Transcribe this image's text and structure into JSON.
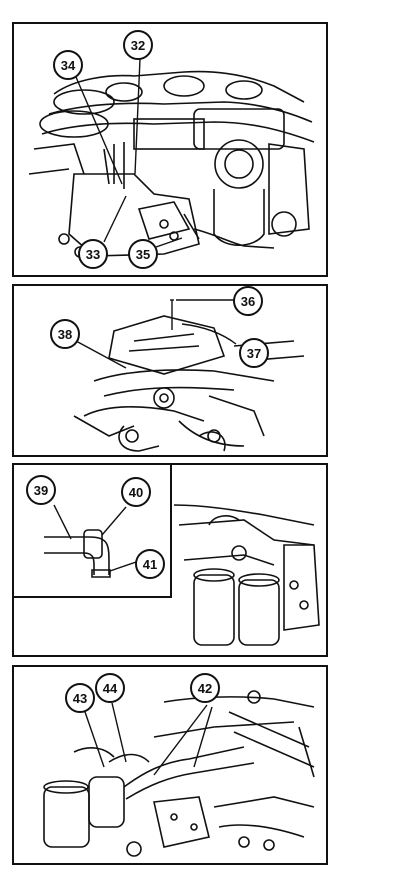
{
  "panel1": {
    "callouts": [
      "32",
      "34",
      "33",
      "35"
    ]
  },
  "panel2": {
    "callouts": [
      "36",
      "38",
      "37"
    ]
  },
  "panel3": {
    "callouts": [
      "39",
      "40",
      "41"
    ]
  },
  "panel4": {
    "callouts": [
      "43",
      "44",
      "42"
    ]
  },
  "colors": {
    "line": "#111111",
    "background": "#ffffff"
  }
}
